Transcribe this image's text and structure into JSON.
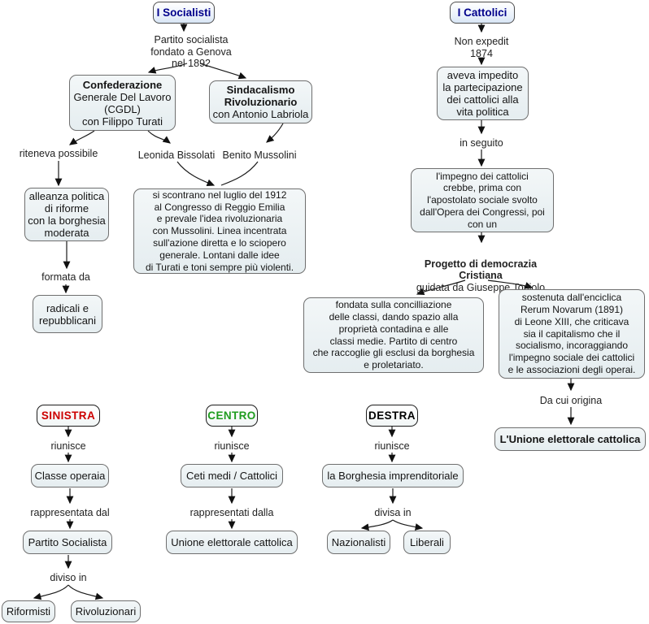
{
  "socialisti": {
    "title": "I Socialisti",
    "founding": "Partito socialista\nfondato a Genova\nnel 1892",
    "cgdl_bold": "Confederazione",
    "cgdl_rest": "Generale Del Lavoro\n(CGDL)\ncon Filippo Turati",
    "sindacalismo_bold": "Sindacalismo\nRivoluzionario",
    "sindacalismo_rest": "con Antonio Labriola",
    "riteneva": "riteneva possibile",
    "alleanza": "alleanza politica\ndi riforme\ncon la borghesia\nmoderata",
    "formata_da": "formata da",
    "radicali": "radicali e\nrepubblicani",
    "bissolati": "Leonida Bissolati",
    "mussolini": "Benito Mussolini",
    "scontro": "si scontrano nel luglio del 1912\nal Congresso di Reggio Emilia\ne prevale l'idea rivoluzionaria\ncon Mussolini. Linea incentrata\nsull'azione diretta e lo sciopero\ngenerale. Lontani dalle idee\ndi Turati e toni sempre più violenti."
  },
  "cattolici": {
    "title": "I Cattolici",
    "non_expedit": "Non expedit\n1874",
    "impedito": "aveva impedito\nla partecipazione\ndei cattolici alla\nvita politica",
    "in_seguito": "in seguito",
    "impegno": "l'impegno dei cattolici\ncrebbe, prima con\nl'apostolato sociale svolto\ndall'Opera dei Congressi, poi\ncon un",
    "progetto_bold": "Progetto di democrazia\nCristiana",
    "progetto_rest": "guidata da Giuseppe Toniolo",
    "fondata": "fondata sulla concilliazione\ndelle classi, dando spazio alla\nproprietà contadina e alle\nclassi medie. Partito di centro\nche raccoglie gli esclusi da borghesia\ne proletariato.",
    "sostenuta": "sostenuta dall'enciclica\nRerum Novarum (1891)\ndi Leone XIII, che criticava\nsia il capitalismo che il\nsocialismo, incoraggiando\nl'impegno sociale dei cattolici\ne le associazioni degli operai.",
    "da_cui": "Da cui origina",
    "unione_bold": "L'Unione elettorale cattolica"
  },
  "schieramenti": {
    "sinistra": {
      "title": "SINISTRA",
      "riunisce": "riunisce",
      "gruppo": "Classe operaia",
      "rappresentanza": "rappresentata dal",
      "partito": "Partito Socialista",
      "divisione": "diviso in",
      "fazioni": [
        "Riformisti",
        "Rivoluzionari"
      ]
    },
    "centro": {
      "title": "CENTRO",
      "riunisce": "riunisce",
      "gruppo": "Ceti medi / Cattolici",
      "rappresentanza": "rappresentati dalla",
      "partito": "Unione elettorale cattolica"
    },
    "destra": {
      "title": "DESTRA",
      "riunisce": "riunisce",
      "gruppo": "la Borghesia imprenditoriale",
      "divisione": "divisa in",
      "fazioni": [
        "Nazionalisti",
        "Liberali"
      ]
    }
  },
  "colors": {
    "sinistra_text": "#cc0000",
    "centro_text": "#1f9c1f",
    "destra_text": "#000000",
    "title_text": "#00008b",
    "node_fill": "#e9eff1",
    "node_border": "#6f6f6f",
    "edge": "#1a1a1a"
  }
}
